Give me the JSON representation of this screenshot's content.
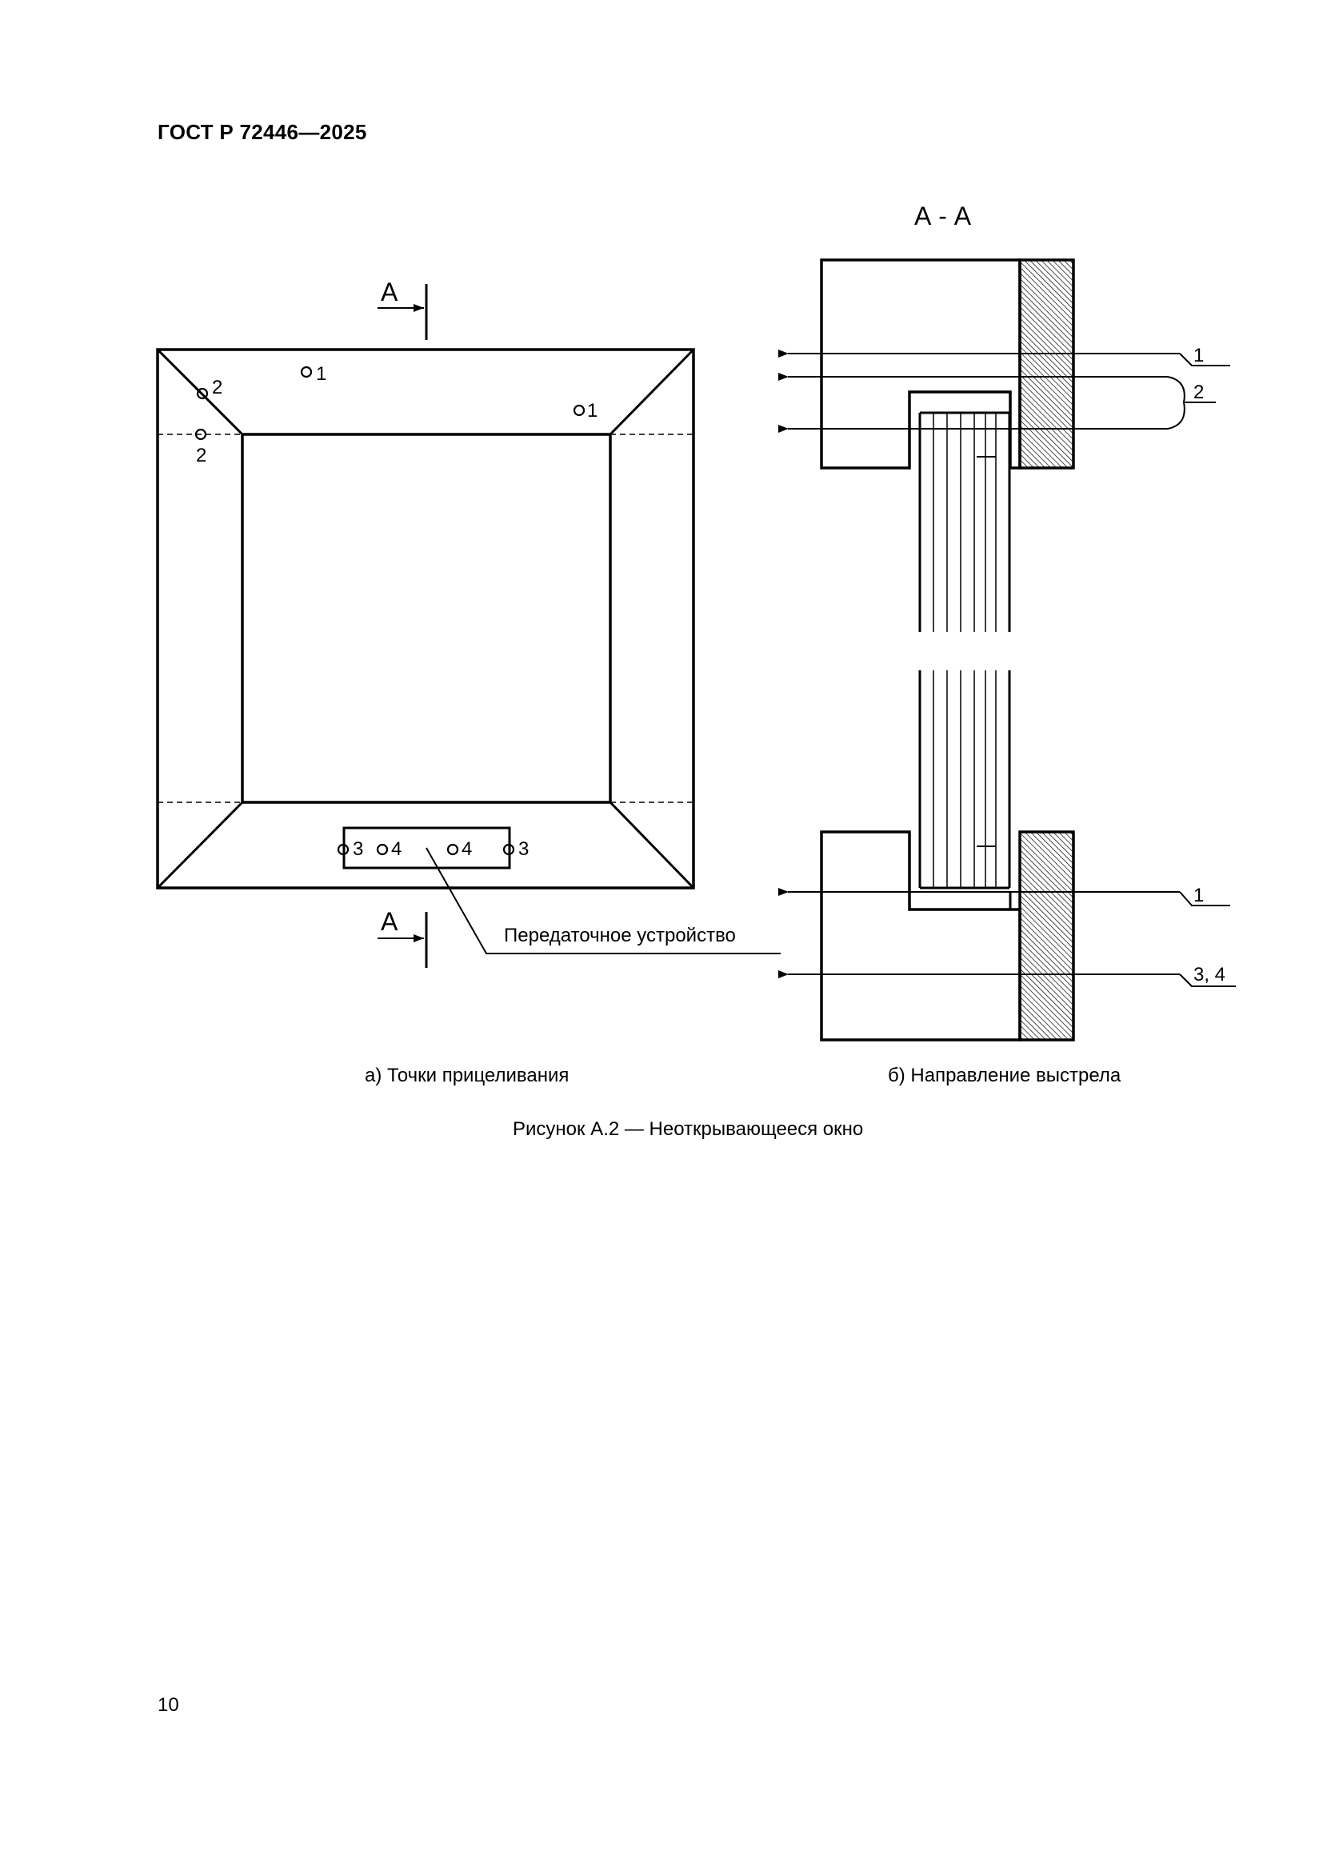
{
  "document": {
    "header": "ГОСТ Р 72446—2025",
    "page_number": "10"
  },
  "figure": {
    "caption": "Рисунок А.2 — Неоткрывающееся окно",
    "panel_a": {
      "caption": "а) Точки прицеливания",
      "section_marker": "А",
      "device_label": "Передаточное устройство",
      "points": [
        {
          "id": "point-1-top",
          "label": "1"
        },
        {
          "id": "point-1-right",
          "label": "1"
        },
        {
          "id": "point-2-diagonal",
          "label": "2"
        },
        {
          "id": "point-2-dashed",
          "label": "2"
        },
        {
          "id": "point-3-left",
          "label": "3"
        },
        {
          "id": "point-4-left",
          "label": "4"
        },
        {
          "id": "point-4-right",
          "label": "4"
        },
        {
          "id": "point-3-right",
          "label": "3"
        }
      ]
    },
    "panel_b": {
      "caption": "б) Направление выстрела",
      "section_title": "А - А",
      "leaders": [
        {
          "id": "leader-1-top",
          "label": "1"
        },
        {
          "id": "leader-2",
          "label": "2"
        },
        {
          "id": "leader-1-bottom",
          "label": "1"
        },
        {
          "id": "leader-3-4",
          "label": "3, 4"
        }
      ]
    }
  }
}
